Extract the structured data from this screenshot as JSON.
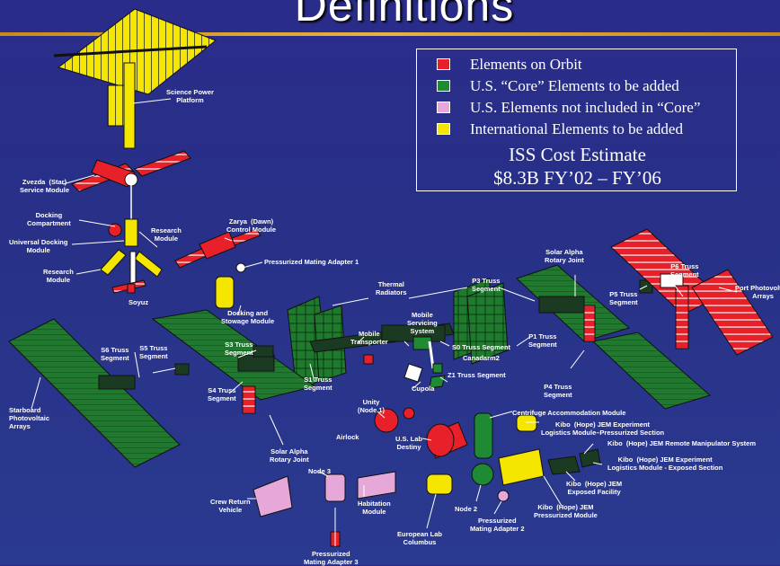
{
  "title": "Definitions",
  "colors": {
    "background": "#29318a",
    "on_orbit": "#e8202a",
    "us_core": "#1e8a34",
    "us_not_core": "#e6a8d8",
    "international": "#f5e600",
    "rule": "#d89a2c"
  },
  "legend": {
    "items": [
      {
        "label": "Elements on Orbit",
        "color": "#e8202a"
      },
      {
        "label": "U.S. “Core” Elements to be added",
        "color": "#1e8a34"
      },
      {
        "label": "U.S. Elements not included in “Core”",
        "color": "#e6a8d8"
      },
      {
        "label": "International Elements to be added",
        "color": "#f5e600"
      }
    ],
    "cost_title": "ISS Cost Estimate",
    "cost_value": "$8.3B FY’02 – FY’06"
  },
  "labels": {
    "science_power_platform": "Science Power\nPlatform",
    "zvezda": "Zvezda  (Star)\nService Module",
    "docking_compartment": "Docking\nCompartment",
    "universal_docking_module": "Universal Docking\nModule",
    "research_module_1": "Research\nModule",
    "research_module_2": "Research\nModule",
    "soyuz": "Soyuz",
    "zarya": "Zarya  (Dawn)\nControl Module",
    "pma1": "Pressurized Mating Adapter 1",
    "docking_stowage_module": "Docking and\nStowage Module",
    "thermal_radiators": "Thermal\nRadiators",
    "p3_truss": "P3 Truss\nSegment",
    "solar_alpha_rotary_joint_top": "Solar Alpha\nRotary Joint",
    "p6_truss": "P6 Truss\nSegment",
    "port_photovoltaic": "Port Photovoltaic\nArrays",
    "p5_truss": "P5 Truss\nSegment",
    "mobile_servicing_system": "Mobile\nServicing\nSystem",
    "mobile_transporter": "Mobile\nTransporter",
    "p1_truss": "P1 Truss\nSegment",
    "p4_truss": "P4 Truss\nSegment",
    "s0_truss": "S0 Truss Segment",
    "canadarm2": "Canadarm2",
    "z1_truss": "Z1 Truss Segment",
    "cupola": "Cupola",
    "s6_truss": "S6 Truss\nSegment",
    "s5_truss": "S5 Truss\nSegment",
    "s3_truss": "S3 Truss\nSegment",
    "s1_truss": "S1 Truss\nSegment",
    "unity": "Unity\n(Node 1)",
    "airlock": "Airlock",
    "s4_truss": "S4 Truss\nSegment",
    "starboard_photovoltaic": "Starboard\nPhotovoltaic\nArrays",
    "solar_alpha_rotary_joint_bottom": "Solar Alpha\nRotary Joint",
    "centrifuge": "Centrifuge Accommodation Module",
    "kibo_elm_ps": "Kibo  (Hope) JEM Experiment\nLogistics Module–Pressurized Section",
    "kibo_rms": "Kibo  (Hope) JEM Remote Manipulator System",
    "kibo_elm_es": "Kibo  (Hope) JEM Experiment\nLogistics Module - Exposed Section",
    "kibo_ef": "Kibo  (Hope) JEM\nExposed Facility",
    "kibo_pm": "Kibo  (Hope) JEM\nPressurized Module",
    "us_lab": "U.S. Lab\nDestiny",
    "node3": "Node 3",
    "habitation_module": "Habitation\nModule",
    "crew_return_vehicle": "Crew Return\nVehicle",
    "node2": "Node 2",
    "pma2": "Pressurized\nMating Adapter 2",
    "european_lab": "European Lab\nColumbus",
    "pma3": "Pressurized\nMating Adapter 3"
  }
}
